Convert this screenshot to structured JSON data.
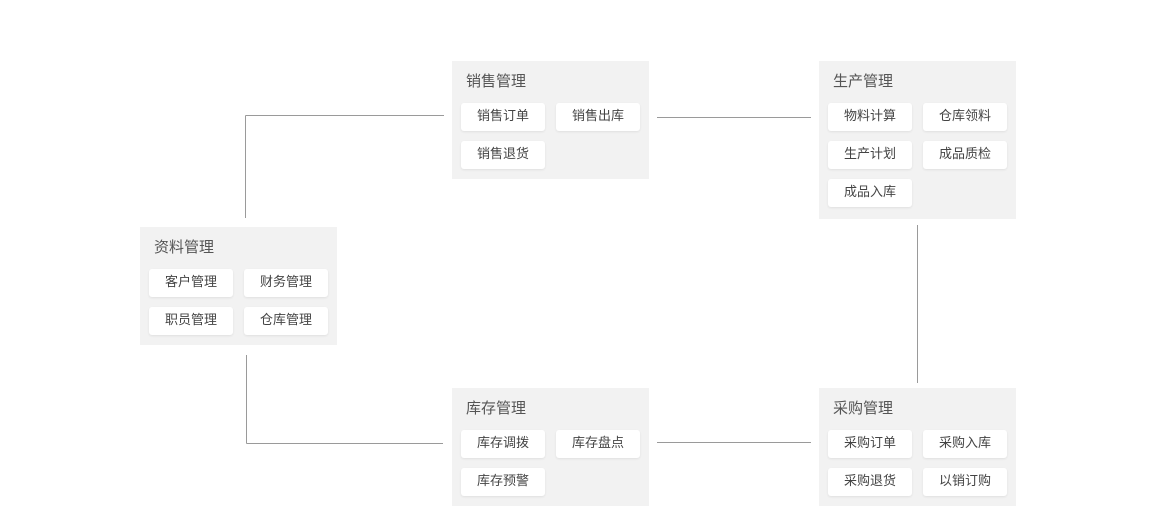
{
  "modules": {
    "ziliao": {
      "title": "资料管理",
      "items": [
        "客户管理",
        "财务管理",
        "职员管理",
        "仓库管理"
      ]
    },
    "xiaoshou": {
      "title": "销售管理",
      "items": [
        "销售订单",
        "销售出库",
        "销售退货"
      ]
    },
    "shengchan": {
      "title": "生产管理",
      "items": [
        "物料计算",
        "仓库领料",
        "生产计划",
        "成品质检",
        "成品入库"
      ]
    },
    "kucun": {
      "title": "库存管理",
      "items": [
        "库存调拨",
        "库存盘点",
        "库存预警"
      ]
    },
    "caigou": {
      "title": "采购管理",
      "items": [
        "采购订单",
        "采购入库",
        "采购退货",
        "以销订购"
      ]
    }
  }
}
